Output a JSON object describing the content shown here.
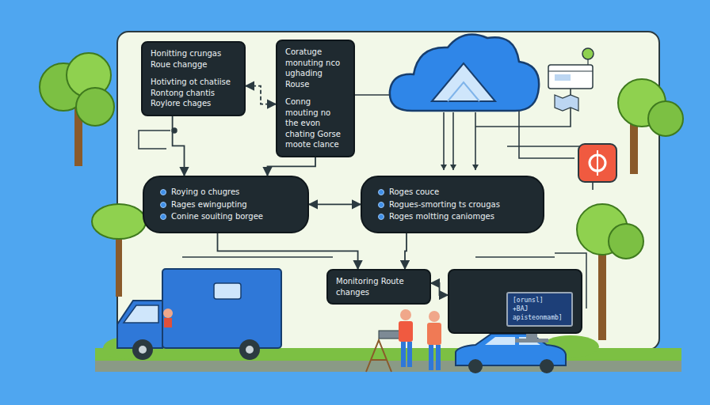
{
  "diagram": {
    "nodes": [
      {
        "text": [
          "Honitting crungas Roue changge",
          "Hotivting ot chatiise Rontong chantis Roylore chages"
        ]
      },
      {
        "text": [
          "Coratuge monuting nco ughading Rouse",
          "Conng mouting no the evon chating Gorse moote clance"
        ]
      },
      {
        "text": [
          "Roying o chugres",
          "Rages ewingupting",
          "Conine souiting borgee"
        ]
      },
      {
        "text": [
          "Roges couce",
          "Rogues-smorting ts crougas",
          "Roges moltting caniomges"
        ]
      },
      {
        "text": [
          "Monitoring Route changes"
        ]
      },
      {
        "text": [
          "[orunsl]",
          "+BAJ apisteonmamb]"
        ]
      }
    ],
    "edges": [
      {
        "from": 0,
        "to": 1,
        "arrow": "both"
      },
      {
        "from": 0,
        "to": 2,
        "arrow": "to"
      },
      {
        "from": 1,
        "to": 2,
        "arrow": "to"
      },
      {
        "from": 2,
        "to": 3,
        "arrow": "both"
      },
      {
        "from": 2,
        "to": 4,
        "arrow": "to"
      },
      {
        "from": 3,
        "to": 4,
        "arrow": "to"
      },
      {
        "from": 4,
        "to": 5,
        "arrow": "both"
      }
    ]
  }
}
